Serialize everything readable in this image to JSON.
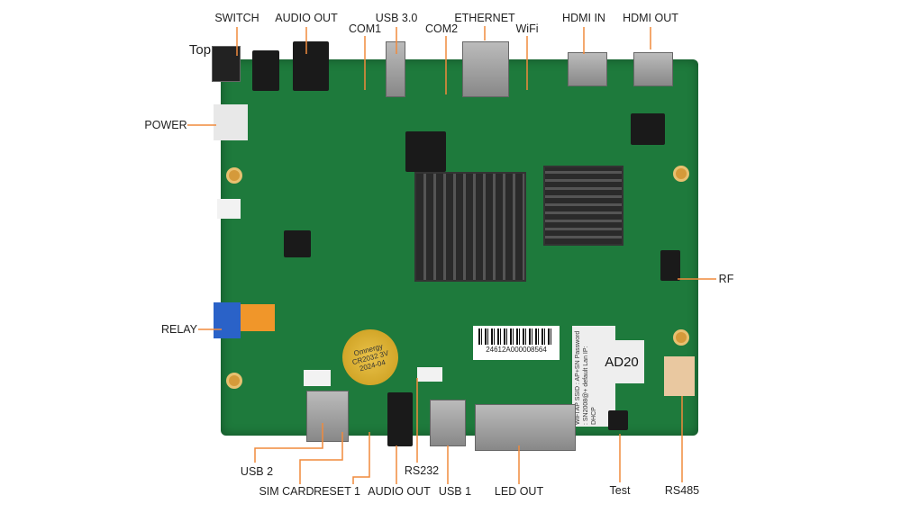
{
  "figure": {
    "side_label": "Top",
    "labels_top": [
      "SWITCH",
      "AUDIO OUT",
      "COM1",
      "USB 3.0",
      "COM2",
      "ETHERNET",
      "WiFi",
      "HDMI IN",
      "HDMI OUT"
    ],
    "labels_left": [
      "POWER",
      "RELAY"
    ],
    "labels_right": [
      "RF"
    ],
    "labels_bottom": [
      "USB 2",
      "SIM CARD",
      "RESET 1",
      "AUDIO OUT",
      "RS232",
      "USB 1",
      "LED OUT",
      "Test",
      "RS485"
    ],
    "leader_color": "#f08a3c",
    "board_color": "#1e7a3c"
  },
  "board": {
    "barcode": "24612A000008564",
    "model_sticker": "AD20",
    "wifi_sticker": "WiFi AP SSID : AP+SN Password : SN2008@+ default Lan IP: DHCP",
    "battery": "Omnergy CR2032 3V 2024-04"
  }
}
